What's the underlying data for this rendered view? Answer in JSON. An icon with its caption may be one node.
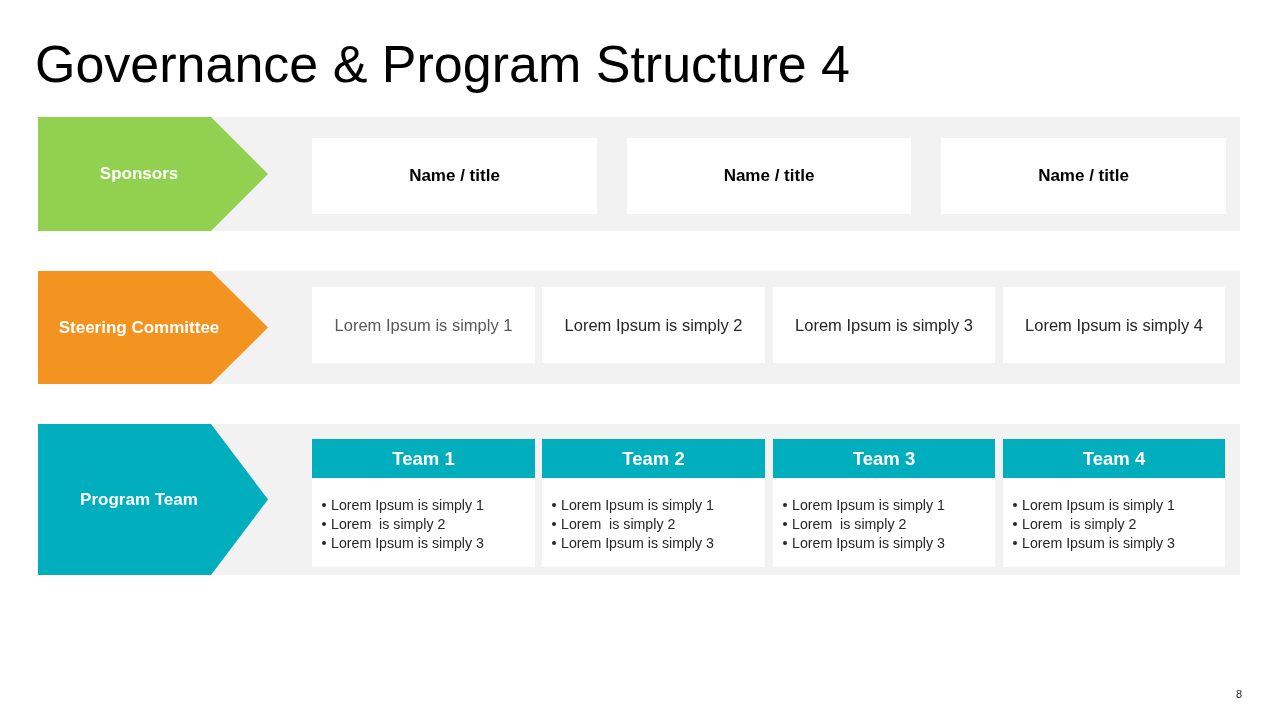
{
  "diagram": {
    "title": "Governance & Program Structure 4",
    "nodes": [
      {
        "text": [],
        "shape": "band"
      },
      {
        "text": [
          "Sponsors"
        ],
        "in": 0
      },
      {
        "text": [
          "Name / title"
        ],
        "in": 0
      },
      {
        "text": [
          "Name / title"
        ],
        "in": 0
      },
      {
        "text": [
          "Name / title"
        ],
        "in": 0
      },
      {
        "text": [],
        "shape": "band"
      },
      {
        "text": [
          "Steering Committee"
        ],
        "in": 5
      },
      {
        "text": [
          "Lorem Ipsum is simply 1"
        ],
        "in": 5
      },
      {
        "text": [
          "Lorem Ipsum is simply 2"
        ],
        "in": 5
      },
      {
        "text": [
          "Lorem Ipsum is simply 3"
        ],
        "in": 5
      },
      {
        "text": [
          "Lorem Ipsum is simply 4"
        ],
        "in": 5
      },
      {
        "text": [],
        "shape": "band"
      },
      {
        "text": [
          "Program Team"
        ],
        "in": 11
      },
      {
        "text": [
          "Team 1",
          "Lorem Ipsum is simply 1",
          "Lorem  is simply 2",
          "Lorem Ipsum is simply 3"
        ],
        "in": 11
      },
      {
        "text": [
          "Team 2",
          "Lorem Ipsum is simply 1",
          "Lorem  is simply 2",
          "Lorem Ipsum is simply 3"
        ],
        "in": 11
      },
      {
        "text": [
          "Team 3",
          "Lorem Ipsum is simply 1",
          "Lorem  is simply 2",
          "Lorem Ipsum is simply 3"
        ],
        "in": 11
      },
      {
        "text": [
          "Team 4",
          "Lorem Ipsum is simply 1",
          "Lorem  is simply 2",
          "Lorem Ipsum is simply 3"
        ],
        "in": 11
      }
    ],
    "labels": [
      "8"
    ]
  }
}
